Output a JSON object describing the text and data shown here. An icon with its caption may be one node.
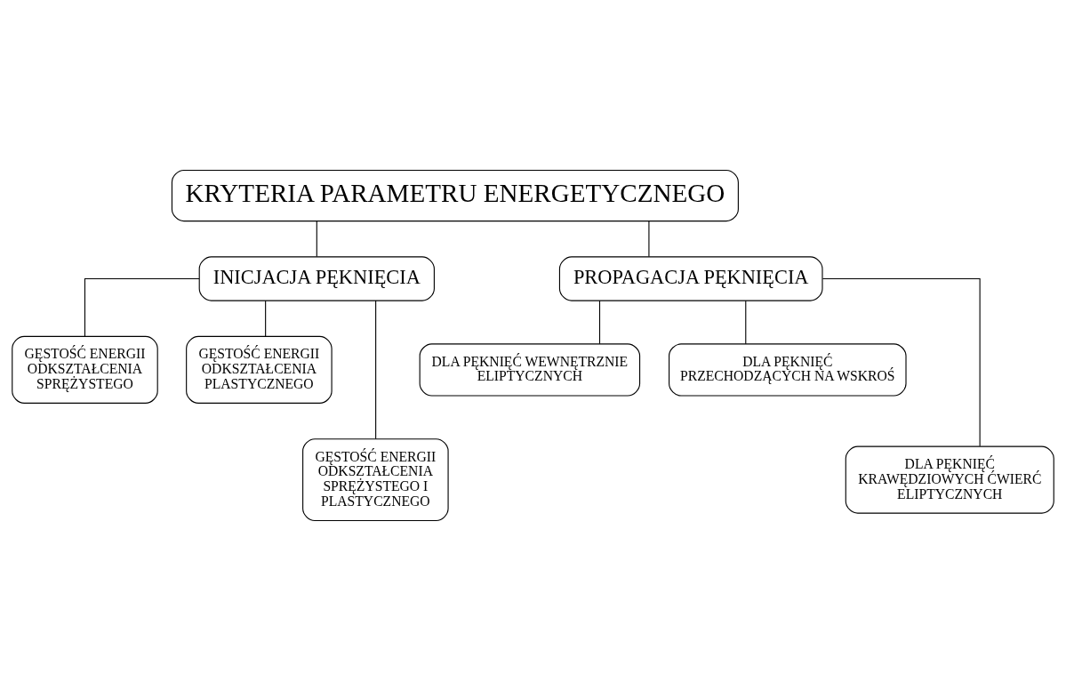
{
  "diagram": {
    "nodes": [
      {
        "text": [
          "KRYTERIA PARAMETRU ENERGETYCZNEGO"
        ]
      },
      {
        "text": [
          "INICJACJA PĘKNIĘCIA"
        ]
      },
      {
        "text": [
          "PROPAGACJA PĘKNIĘCIA"
        ]
      },
      {
        "text": [
          "GĘSTOŚĆ ENERGII ODKSZTAŁCENIA SPRĘŻYSTEGO"
        ]
      },
      {
        "text": [
          "GĘSTOŚĆ ENERGII ODKSZTAŁCENIA PLASTYCZNEGO"
        ]
      },
      {
        "text": [
          "DLA PĘKNIĘĆ WEWNĘTRZNIE ELIPTYCZNYCH"
        ]
      },
      {
        "text": [
          "DLA PĘKNIĘĆ PRZECHODZĄCYCH NA WSKROŚ"
        ]
      },
      {
        "text": [
          "GĘSTOŚĆ ENERGII ODKSZTAŁCENIA SPRĘŻYSTEGO I PLASTYCZNEGO"
        ]
      },
      {
        "text": [
          "DLA PĘKNIĘĆ KRAWĘDZIOWYCH ĆWIERĆ ELIPTYCZNYCH"
        ]
      }
    ],
    "edges": [
      {
        "from": 0,
        "to": 1,
        "arrow": "none"
      },
      {
        "from": 0,
        "to": 2,
        "arrow": "none"
      },
      {
        "from": 1,
        "to": 3,
        "arrow": "none"
      },
      {
        "from": 1,
        "to": 4,
        "arrow": "none"
      },
      {
        "from": 1,
        "to": 7,
        "arrow": "none"
      },
      {
        "from": 2,
        "to": 5,
        "arrow": "none"
      },
      {
        "from": 2,
        "to": 6,
        "arrow": "none"
      },
      {
        "from": 2,
        "to": 8,
        "arrow": "none"
      }
    ]
  }
}
